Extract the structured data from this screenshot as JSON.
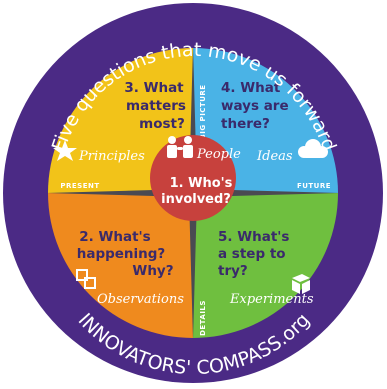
{
  "top_arc_text": "Five questions that move us forward",
  "bottom_arc_text": "INNOVATORS' COMPASS.org",
  "axes": {
    "top": "BIG PICTURE",
    "bottom": "DETAILS",
    "left": "PRESENT",
    "right": "FUTURE"
  },
  "quadrants": {
    "top_left": {
      "lines": [
        "3. What",
        "matters",
        "most?"
      ],
      "tag": "Principles"
    },
    "top_right": {
      "lines": [
        "4. What",
        "ways are",
        "there?"
      ],
      "tag": "Ideas"
    },
    "bottom_left": {
      "lines": [
        "2. What's",
        "happening?",
        "Why?"
      ],
      "tag": "Observations"
    },
    "bottom_right": {
      "lines": [
        "5. What's",
        "a step to",
        "try?"
      ],
      "tag": "Experiments"
    }
  },
  "center": {
    "lines": [
      "1. Who's",
      "involved?"
    ],
    "tag": "People"
  },
  "colors": {
    "ring": "#4b2a85",
    "yellow": "#f2c319",
    "blue": "#4ab3e6",
    "orange": "#ef8a1e",
    "green": "#6fbf3f",
    "center": "#c7413d",
    "text_dark": "#3a2a6b"
  }
}
